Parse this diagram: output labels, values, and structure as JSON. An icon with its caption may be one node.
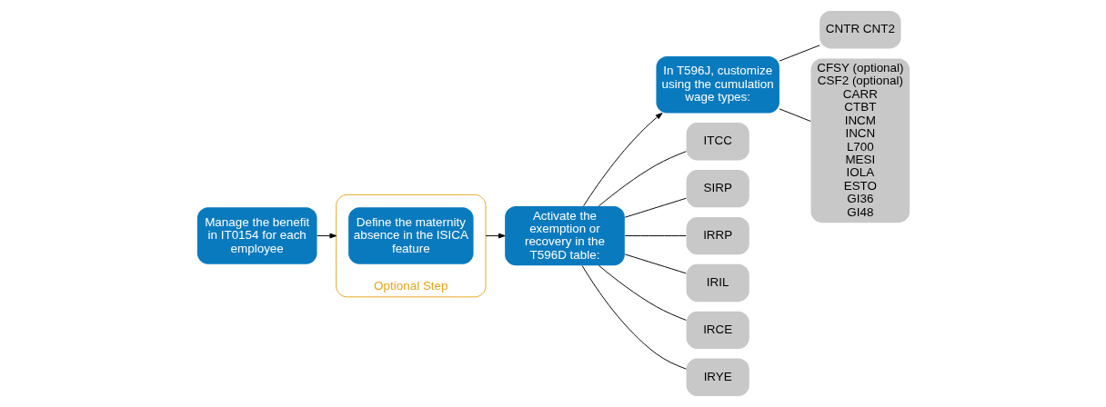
{
  "diagram": {
    "nodes": [
      {
        "text": [
          "Manage the benefit in IT0154 for each employee"
        ]
      },
      {
        "text": [
          "Optional Step"
        ]
      },
      {
        "text": [
          "Define the maternity absence in the ISICA feature"
        ],
        "in": 1
      },
      {
        "text": [
          "Activate the exemption or recovery in the T596D table:"
        ]
      },
      {
        "text": [
          "In T596J, customize using the cumulation wage types:"
        ]
      },
      {
        "text": [
          "ITCC"
        ]
      },
      {
        "text": [
          "SIRP"
        ]
      },
      {
        "text": [
          "IRRP"
        ]
      },
      {
        "text": [
          "IRIL"
        ]
      },
      {
        "text": [
          "IRCE"
        ]
      },
      {
        "text": [
          "IRYE"
        ]
      },
      {
        "text": [
          "CNTR CNT2"
        ]
      },
      {
        "text": [
          "CFSY (optional)",
          "CSF2 (optional)",
          "CARR",
          "CTBT",
          "INCM",
          "INCN",
          "L700",
          "MESI",
          "IOLA",
          "ESTO",
          "GI36",
          "GI48"
        ]
      }
    ],
    "edges": [
      {
        "from": 0,
        "to": 1,
        "arrow": "to"
      },
      {
        "from": 1,
        "to": 3,
        "arrow": "to"
      },
      {
        "from": 3,
        "to": 4,
        "arrow": "to"
      },
      {
        "from": 3,
        "to": 5,
        "arrow": "none"
      },
      {
        "from": 3,
        "to": 6,
        "arrow": "none"
      },
      {
        "from": 3,
        "to": 7,
        "arrow": "none"
      },
      {
        "from": 3,
        "to": 8,
        "arrow": "none"
      },
      {
        "from": 3,
        "to": 9,
        "arrow": "none"
      },
      {
        "from": 3,
        "to": 10,
        "arrow": "none"
      },
      {
        "from": 4,
        "to": 11,
        "arrow": "none"
      },
      {
        "from": 4,
        "to": 12,
        "arrow": "none"
      }
    ]
  }
}
